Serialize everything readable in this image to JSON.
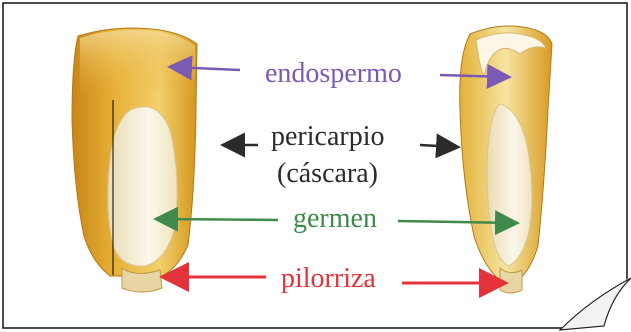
{
  "labels": {
    "endosperm": "endospermo",
    "pericarp_line1": "pericarpio",
    "pericarp_line2": "(cáscara)",
    "germ": "germen",
    "tip_cap": "pilorriza"
  },
  "colors": {
    "endosperm": "#7b59b5",
    "pericarp": "#2b2b2b",
    "germ": "#3f8a4a",
    "tip_cap": "#e3323a",
    "kernel_outer": "#e0a82a",
    "kernel_light": "#f6e7a8",
    "germ_fill": "#f7f3e6"
  },
  "icons": {
    "left_kernel": "corn-kernel-exterior-icon",
    "right_kernel": "corn-kernel-section-icon",
    "page_curl": "page-curl-icon"
  }
}
